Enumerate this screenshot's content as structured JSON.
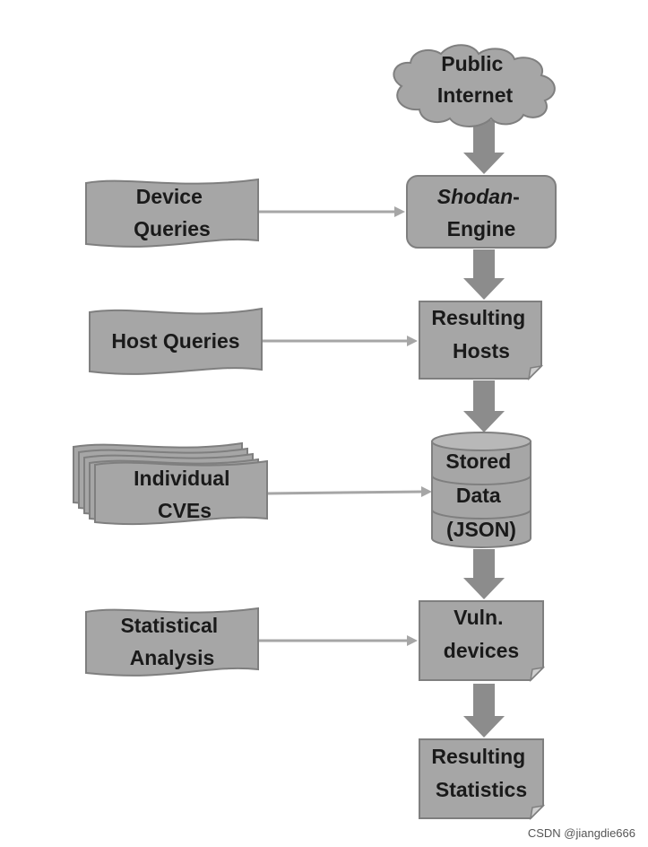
{
  "colors": {
    "node_fill": "#a6a6a6",
    "node_stroke": "#7f7f7f",
    "arrow_fill": "#8c8c8c",
    "thin_arrow": "#a6a6a6",
    "text": "#1a1a1a"
  },
  "flow": {
    "public_internet": [
      "Public",
      "Internet"
    ],
    "shodan_engine": {
      "italic": "Shodan",
      "dash": "-",
      "line2": "Engine"
    },
    "resulting_hosts": [
      "Resulting",
      "Hosts"
    ],
    "stored_data": [
      "Stored",
      "Data",
      "(JSON)"
    ],
    "vuln_devices": [
      "Vuln.",
      "devices"
    ],
    "resulting_statistics": [
      "Resulting",
      "Statistics"
    ]
  },
  "inputs": {
    "device_queries": [
      "Device",
      "Queries"
    ],
    "host_queries": [
      "Host Queries"
    ],
    "individual_cves": [
      "Individual",
      "CVEs"
    ],
    "statistical_analysis": [
      "Statistical",
      "Analysis"
    ]
  },
  "watermark": "CSDN @jiangdie666"
}
